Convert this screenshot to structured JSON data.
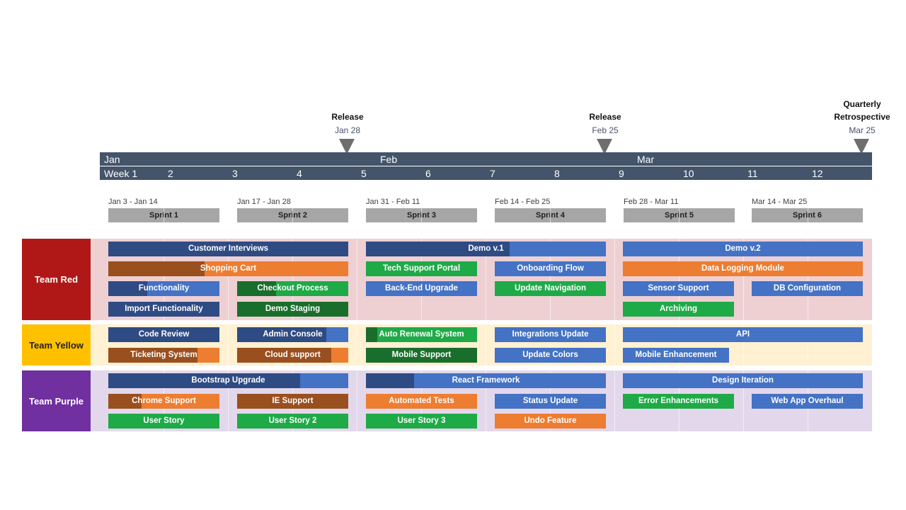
{
  "colors": {
    "timeline": "#44546a",
    "sprint": "#a6a6a6",
    "milestone": "#6e6e6e",
    "team_red": "#b01818",
    "team_red_bg": "#eed0d3",
    "team_yellow": "#ffc000",
    "team_yellow_bg": "#fff1d1",
    "team_purple": "#7030a0",
    "team_purple_bg": "#e3d8eb",
    "navy": "#2f4b83",
    "blue": "#4472c4",
    "orange": "#ed7d31",
    "brown": "#9a4f1f",
    "green": "#1faa48",
    "darkgreen": "#1a6e2c"
  },
  "milestones": [
    {
      "title": "Release",
      "date": "Jan 28"
    },
    {
      "title": "Release",
      "date": "Feb 25"
    },
    {
      "title": "Quarterly Retrospective",
      "date": "Mar 25"
    }
  ],
  "timeline": {
    "months": [
      "Jan",
      "Feb",
      "Mar"
    ],
    "weeks": [
      "Week 1",
      "2",
      "3",
      "4",
      "5",
      "6",
      "7",
      "8",
      "9",
      "10",
      "11",
      "12"
    ]
  },
  "sprints": [
    {
      "dates": "Jan 3 - Jan 14",
      "name": "Sprint 1"
    },
    {
      "dates": "Jan 17 - Jan 28",
      "name": "Sprint 2"
    },
    {
      "dates": "Jan 31 - Feb 11",
      "name": "Sprint 3"
    },
    {
      "dates": "Feb 14 - Feb 25",
      "name": "Sprint 4"
    },
    {
      "dates": "Feb 28 - Mar 11",
      "name": "Sprint 5"
    },
    {
      "dates": "Mar 14 - Mar 25",
      "name": "Sprint 6"
    }
  ],
  "teams": [
    {
      "name": "Team Red",
      "tasks": [
        {
          "label": "Customer Interviews",
          "color": "navy"
        },
        {
          "label": "Demo v.1",
          "color": "blue",
          "progress_color": "navy",
          "progress": 0.6
        },
        {
          "label": "Demo v.2",
          "color": "blue"
        },
        {
          "label": "Shopping Cart",
          "color": "orange",
          "progress_color": "brown",
          "progress": 0.4
        },
        {
          "label": "Tech Support Portal",
          "color": "green"
        },
        {
          "label": "Onboarding Flow",
          "color": "blue"
        },
        {
          "label": "Data Logging Module",
          "color": "orange"
        },
        {
          "label": "Functionality",
          "color": "blue",
          "progress_color": "navy",
          "progress": 0.35
        },
        {
          "label": "Checkout Process",
          "color": "green",
          "progress_color": "darkgreen",
          "progress": 0.35
        },
        {
          "label": "Back-End Upgrade",
          "color": "blue"
        },
        {
          "label": "Update Navigation",
          "color": "green"
        },
        {
          "label": "Sensor Support",
          "color": "blue"
        },
        {
          "label": "DB Configuration",
          "color": "blue"
        },
        {
          "label": "Import Functionality",
          "color": "navy"
        },
        {
          "label": "Demo Staging",
          "color": "darkgreen"
        },
        {
          "label": "Archiving",
          "color": "green"
        }
      ]
    },
    {
      "name": "Team Yellow",
      "tasks": [
        {
          "label": "Code Review",
          "color": "navy"
        },
        {
          "label": "Admin Console",
          "color": "blue",
          "progress_color": "navy",
          "progress": 0.8
        },
        {
          "label": "Auto Renewal System",
          "color": "green",
          "progress_color": "darkgreen",
          "progress": 0.1
        },
        {
          "label": "Integrations Update",
          "color": "blue"
        },
        {
          "label": "API",
          "color": "blue"
        },
        {
          "label": "Ticketing System",
          "color": "orange",
          "progress_color": "brown",
          "progress": 0.8
        },
        {
          "label": "Cloud support",
          "color": "orange",
          "progress_color": "brown",
          "progress": 0.85
        },
        {
          "label": "Mobile Support",
          "color": "darkgreen"
        },
        {
          "label": "Update Colors",
          "color": "blue"
        },
        {
          "label": "Mobile Enhancement",
          "color": "blue"
        }
      ]
    },
    {
      "name": "Team Purple",
      "tasks": [
        {
          "label": "Bootstrap Upgrade",
          "color": "blue",
          "progress_color": "navy",
          "progress": 0.8
        },
        {
          "label": "React Framework",
          "color": "blue",
          "progress_color": "navy",
          "progress": 0.2
        },
        {
          "label": "Design Iteration",
          "color": "blue"
        },
        {
          "label": "Chrome Support",
          "color": "orange",
          "progress_color": "brown",
          "progress": 0.3
        },
        {
          "label": "IE Support",
          "color": "brown",
          "progress_color": "brown",
          "progress": 0.95
        },
        {
          "label": "Automated Tests",
          "color": "orange"
        },
        {
          "label": "Status Update",
          "color": "blue"
        },
        {
          "label": "Error Enhancements",
          "color": "green"
        },
        {
          "label": "Web App Overhaul",
          "color": "blue"
        },
        {
          "label": "User Story",
          "color": "green"
        },
        {
          "label": "User Story 2",
          "color": "green"
        },
        {
          "label": "User Story 3",
          "color": "green"
        },
        {
          "label": "Undo Feature",
          "color": "orange"
        }
      ]
    }
  ]
}
